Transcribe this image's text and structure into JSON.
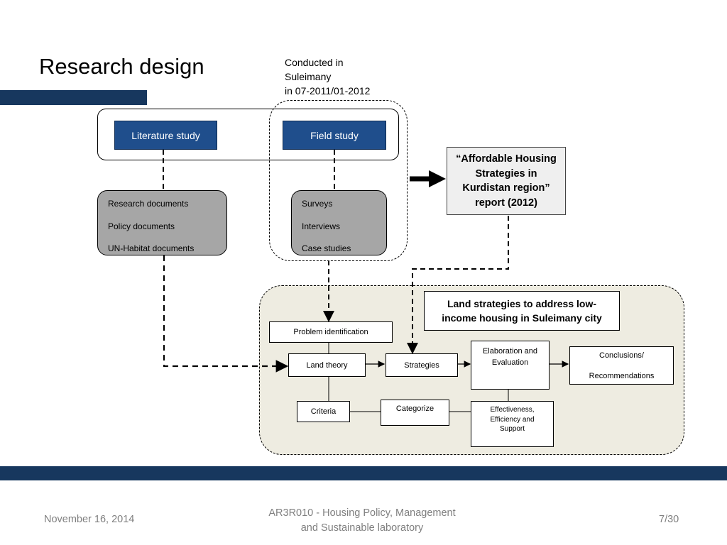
{
  "slide": {
    "title": "Research design",
    "conducted_note": [
      "Conducted in",
      "Suleimany",
      "in 07-2011/01-2012"
    ]
  },
  "diagram": {
    "literature_study": "Literature study",
    "field_study": "Field study",
    "literature_items": [
      "Research documents",
      "Policy documents",
      "UN-Habitat documents"
    ],
    "field_items": [
      "Surveys",
      "Interviews",
      "Case studies"
    ],
    "report": [
      "“Affordable Housing",
      "Strategies in",
      "Kurdistan region”",
      "report (2012)"
    ],
    "land_strategies": "Land strategies to address low-income housing in Suleimany city",
    "problem_identification": "Problem identification",
    "land_theory": "Land theory",
    "strategies": "Strategies",
    "elaboration": [
      "Elaboration and",
      "Evaluation"
    ],
    "conclusions": [
      "Conclusions/",
      "Recommendations"
    ],
    "criteria": "Criteria",
    "categorize": "Categorize",
    "effectiveness": [
      "Effectiveness,",
      "Efficiency and",
      "Support"
    ]
  },
  "footer": {
    "date": "November 16, 2014",
    "course": [
      "AR3R010 - Housing Policy, Management",
      "and Sustainable laboratory"
    ],
    "page": "7/30"
  },
  "colors": {
    "bar_navy": "#17375e",
    "box_blue": "#1f4e8c",
    "grey": "#a6a6a6",
    "beige": "#eeece1"
  }
}
